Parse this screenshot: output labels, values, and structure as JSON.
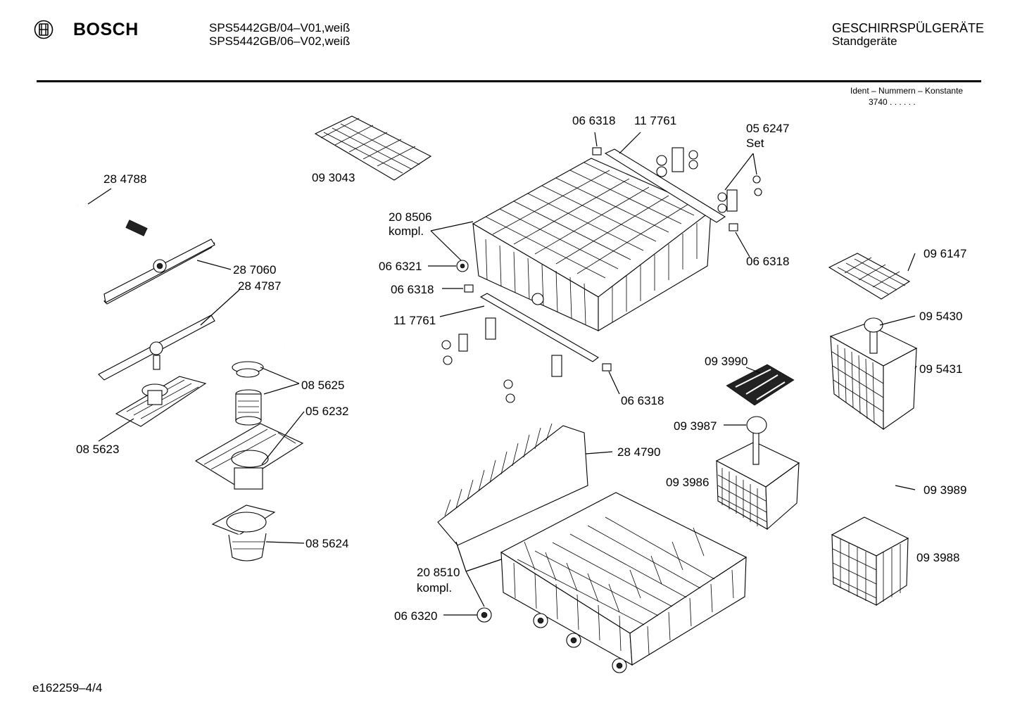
{
  "header": {
    "brand": "BOSCH",
    "models": [
      "SPS5442GB/04–V01,weiß",
      "SPS5442GB/06–V02,weiß"
    ],
    "category": "GESCHIRRSPÜLGERÄTE",
    "subcategory": "Standgeräte",
    "ident_title": "Ident – Nummern – Konstante",
    "ident_value": "3740  .  .    .  .  .  ."
  },
  "footer": {
    "doc_number": "e162259–4/4"
  },
  "parts": {
    "p284788": "28 4788",
    "p093043": "09 3043",
    "p066318a": "06 6318",
    "p117761a": "11 7761",
    "p056247": "05 6247",
    "p056247_note": "Set",
    "p208506": "20 8506",
    "p208506_note": "kompl.",
    "p066321": "06 6321",
    "p066318b": "06 6318",
    "p117761b": "11 7761",
    "p066318c": "06 6318",
    "p066318d": "06 6318",
    "p287060": "28 7060",
    "p284787": "28 4787",
    "p085625": "08 5625",
    "p056232": "05 6232",
    "p085623": "08 5623",
    "p085624": "08 5624",
    "p096147": "09 6147",
    "p095430": "09 5430",
    "p095431": "09 5431",
    "p093990": "09 3990",
    "p093987": "09 3987",
    "p093986": "09 3986",
    "p284790": "28 4790",
    "p093989": "09 3989",
    "p093988": "09 3988",
    "p208510": "20 8510",
    "p208510_note": "kompl.",
    "p066320": "06 6320"
  }
}
